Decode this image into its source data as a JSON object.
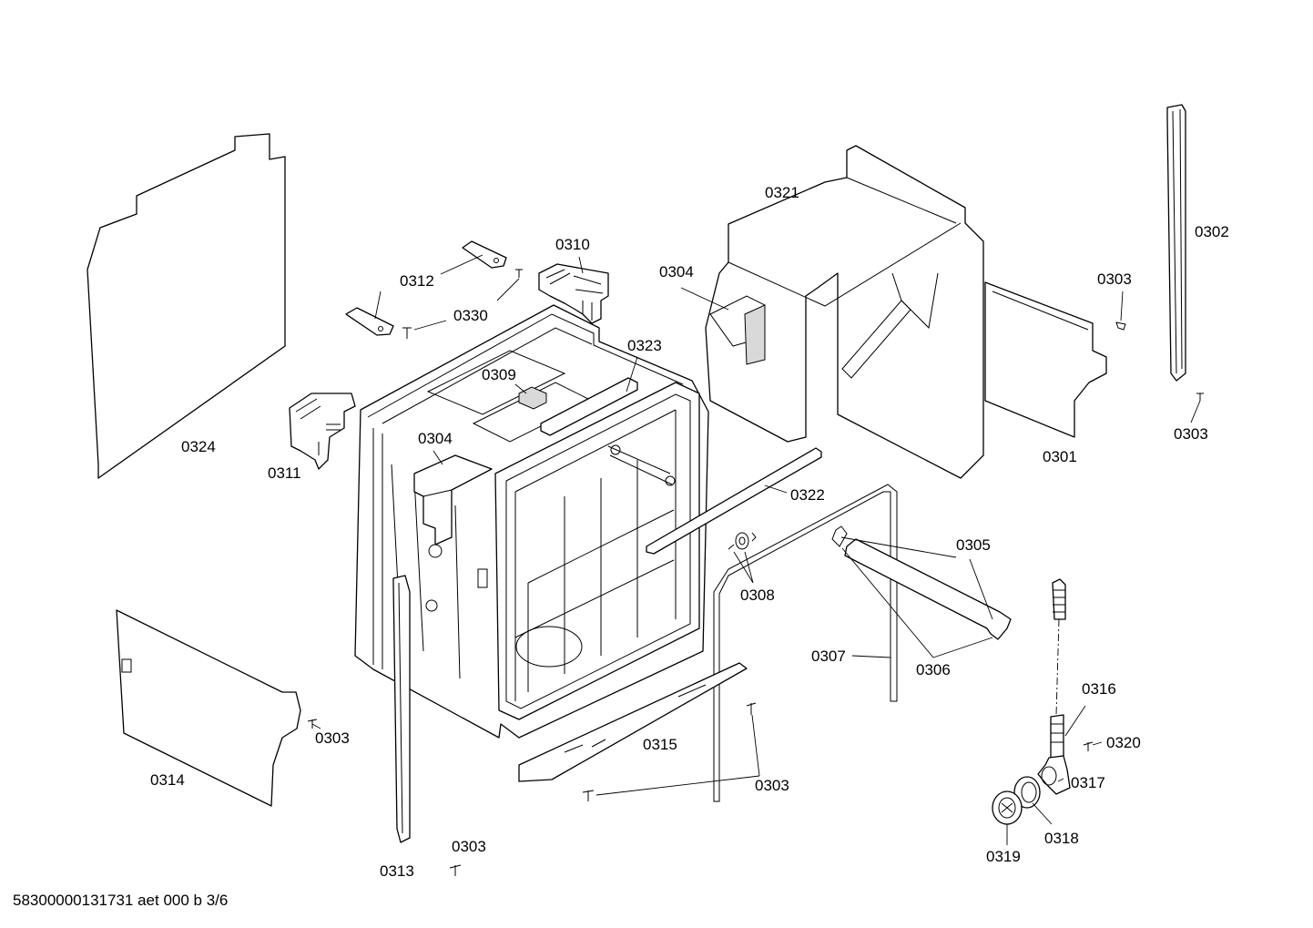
{
  "document_id": "58300000131731 aet 000 b 3/6",
  "callouts": [
    {
      "id": "c0324",
      "text": "0324"
    },
    {
      "id": "c0311",
      "text": "0311"
    },
    {
      "id": "c0312",
      "text": "0312"
    },
    {
      "id": "c0310",
      "text": "0310"
    },
    {
      "id": "c0330",
      "text": "0330"
    },
    {
      "id": "c0323",
      "text": "0323"
    },
    {
      "id": "c0309",
      "text": "0309"
    },
    {
      "id": "c0304a",
      "text": "0304"
    },
    {
      "id": "c0304b",
      "text": "0304"
    },
    {
      "id": "c0321",
      "text": "0321"
    },
    {
      "id": "c0302",
      "text": "0302"
    },
    {
      "id": "c0303a",
      "text": "0303"
    },
    {
      "id": "c0303b",
      "text": "0303"
    },
    {
      "id": "c0301",
      "text": "0301"
    },
    {
      "id": "c0322",
      "text": "0322"
    },
    {
      "id": "c0305",
      "text": "0305"
    },
    {
      "id": "c0308",
      "text": "0308"
    },
    {
      "id": "c0307",
      "text": "0307"
    },
    {
      "id": "c0306",
      "text": "0306"
    },
    {
      "id": "c0316",
      "text": "0316"
    },
    {
      "id": "c0320",
      "text": "0320"
    },
    {
      "id": "c0317",
      "text": "0317"
    },
    {
      "id": "c0318",
      "text": "0318"
    },
    {
      "id": "c0319",
      "text": "0319"
    },
    {
      "id": "c0303c",
      "text": "0303"
    },
    {
      "id": "c0314",
      "text": "0314"
    },
    {
      "id": "c0315",
      "text": "0315"
    },
    {
      "id": "c0303d",
      "text": "0303"
    },
    {
      "id": "c0313",
      "text": "0313"
    },
    {
      "id": "c0303e",
      "text": "0303"
    }
  ]
}
